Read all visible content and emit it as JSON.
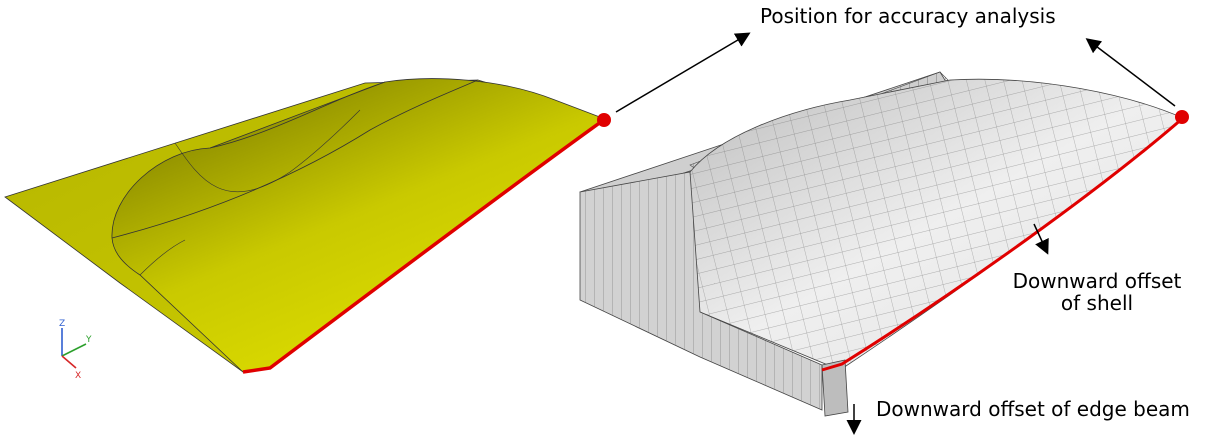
{
  "labels": {
    "accuracy_position": "Position for accuracy analysis",
    "shell_offset_line1": "Downward offset",
    "shell_offset_line2": "of shell",
    "edge_beam_offset": "Downward offset of edge beam"
  },
  "axis_triad": {
    "z": "Z",
    "y": "Y",
    "x": "X"
  },
  "colors": {
    "surface_yellow": "#c8c800",
    "surface_yellow_light": "#e0e000",
    "surface_yellow_dark": "#8c8c00",
    "edge_red": "#e00000",
    "mesh_grey": "#d8d8d8",
    "mesh_line": "#333333",
    "axis_z": "#2f5fd0",
    "axis_y": "#2ca02c",
    "axis_x": "#d62728"
  }
}
